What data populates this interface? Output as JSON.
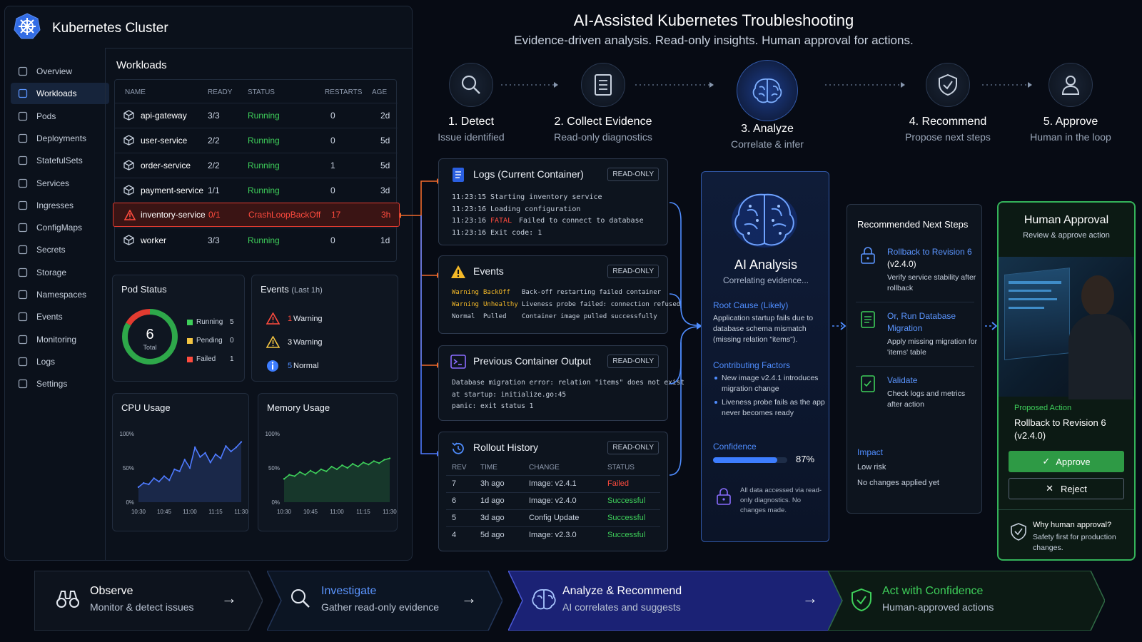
{
  "header": {
    "title": "AI-Assisted Kubernetes Troubleshooting",
    "subtitle": "Evidence-driven analysis. Read-only insights. Human approval for actions."
  },
  "cluster": {
    "title": "Kubernetes Cluster",
    "sidebar": [
      "Overview",
      "Workloads",
      "Pods",
      "Deployments",
      "StatefulSets",
      "Services",
      "Ingresses",
      "ConfigMaps",
      "Secrets",
      "Storage",
      "Namespaces",
      "Events",
      "Monitoring",
      "Logs",
      "Settings"
    ],
    "active_index": 1
  },
  "workloads": {
    "title": "Workloads",
    "columns": [
      "NAME",
      "READY",
      "STATUS",
      "RESTARTS",
      "AGE"
    ],
    "rows": [
      {
        "name": "api-gateway",
        "ready": "3/3",
        "status": "Running",
        "restarts": "0",
        "age": "2d"
      },
      {
        "name": "user-service",
        "ready": "2/2",
        "status": "Running",
        "restarts": "0",
        "age": "5d"
      },
      {
        "name": "order-service",
        "ready": "2/2",
        "status": "Running",
        "restarts": "1",
        "age": "5d"
      },
      {
        "name": "payment-service",
        "ready": "1/1",
        "status": "Running",
        "restarts": "0",
        "age": "3d"
      },
      {
        "name": "inventory-service",
        "ready": "0/1",
        "status": "CrashLoopBackOff",
        "restarts": "17",
        "age": "3h",
        "error": true
      },
      {
        "name": "worker",
        "ready": "3/3",
        "status": "Running",
        "restarts": "0",
        "age": "1d"
      }
    ]
  },
  "pod_status": {
    "title": "Pod Status",
    "total": "6",
    "total_label": "Total",
    "legend": [
      {
        "label": "Running",
        "value": "5",
        "color": "#3ecf5a"
      },
      {
        "label": "Pending",
        "value": "0",
        "color": "#f4c542"
      },
      {
        "label": "Failed",
        "value": "1",
        "color": "#ff4b3e"
      }
    ]
  },
  "events_summary": {
    "title": "Events",
    "title_suffix": "(Last 1h)",
    "items": [
      {
        "count": "1",
        "label": "Warning",
        "kind": "red"
      },
      {
        "count": "3",
        "label": "Warning",
        "kind": "yellow"
      },
      {
        "count": "5",
        "label": "Normal",
        "kind": "info"
      }
    ]
  },
  "cpu_chart": {
    "title": "CPU Usage",
    "chart_data": {
      "type": "area",
      "x": [
        "10:30",
        "10:45",
        "11:00",
        "11:15",
        "11:30"
      ],
      "y_ticks": [
        "100%",
        "50%",
        "0%"
      ],
      "ylim": [
        0,
        100
      ],
      "values": [
        22,
        28,
        26,
        35,
        30,
        38,
        32,
        48,
        45,
        62,
        50,
        80,
        66,
        72,
        58,
        70,
        64,
        82,
        74,
        80,
        88
      ],
      "color": "#4f7bff"
    }
  },
  "mem_chart": {
    "title": "Memory Usage",
    "chart_data": {
      "type": "area",
      "x": [
        "10:30",
        "10:45",
        "11:00",
        "11:15",
        "11:30"
      ],
      "y_ticks": [
        "100%",
        "50%",
        "0%"
      ],
      "ylim": [
        0,
        100
      ],
      "values": [
        34,
        40,
        38,
        44,
        40,
        46,
        42,
        48,
        45,
        52,
        48,
        54,
        50,
        56,
        52,
        58,
        55,
        60,
        57,
        62,
        64
      ],
      "color": "#3ecf5a"
    }
  },
  "steps": [
    {
      "title": "1. Detect",
      "sub": "Issue identified"
    },
    {
      "title": "2. Collect Evidence",
      "sub": "Read-only diagnostics"
    },
    {
      "title": "3. Analyze",
      "sub": "Correlate & infer"
    },
    {
      "title": "4. Recommend",
      "sub": "Propose next steps"
    },
    {
      "title": "5. Approve",
      "sub": "Human in the loop"
    }
  ],
  "read_only": "READ-ONLY",
  "logs": {
    "title": "Logs (Current Container)",
    "lines": [
      {
        "t": "11:23:15",
        "msg": "Starting inventory service"
      },
      {
        "t": "11:23:16",
        "msg": "Loading configuration"
      },
      {
        "t": "11:23:16",
        "level": "FATAL",
        "msg": "Failed to connect to database"
      },
      {
        "t": "11:23:16",
        "msg": "Exit code: 1"
      }
    ]
  },
  "events": {
    "title": "Events",
    "lines": [
      {
        "type": "Warning",
        "reason": "BackOff",
        "msg": "Back-off restarting failed container"
      },
      {
        "type": "Warning",
        "reason": "Unhealthy",
        "msg": "Liveness probe failed: connection refused"
      },
      {
        "type": "Normal",
        "reason": "Pulled",
        "msg": "Container image pulled successfully"
      }
    ]
  },
  "prev_output": {
    "title": "Previous Container Output",
    "lines": [
      "Database migration error: relation \"items\" does not exist",
      "at startup: initialize.go:45",
      "panic: exit status 1"
    ]
  },
  "rollout": {
    "title": "Rollout History",
    "columns": [
      "REV",
      "TIME",
      "CHANGE",
      "STATUS"
    ],
    "rows": [
      {
        "rev": "7",
        "time": "3h ago",
        "change": "Image: v2.4.1",
        "status": "Failed"
      },
      {
        "rev": "6",
        "time": "1d ago",
        "change": "Image: v2.4.0",
        "status": "Successful"
      },
      {
        "rev": "5",
        "time": "3d ago",
        "change": "Config Update",
        "status": "Successful"
      },
      {
        "rev": "4",
        "time": "5d ago",
        "change": "Image: v2.3.0",
        "status": "Successful"
      }
    ]
  },
  "analysis": {
    "title": "AI Analysis",
    "sub": "Correlating evidence...",
    "root_cause_title": "Root Cause (Likely)",
    "root_cause": "Application startup fails due to database schema mismatch (missing relation \"items\").",
    "factors_title": "Contributing Factors",
    "factors": [
      "New image v2.4.1 introduces migration change",
      "Liveness probe fails as the app never becomes ready"
    ],
    "confidence_title": "Confidence",
    "confidence": "87%",
    "confidence_value": 0.87,
    "note": "All data accessed via read-only diagnostics. No changes made."
  },
  "recommend": {
    "title": "Recommended Next Steps",
    "items": [
      {
        "title": "Rollback to Revision 6",
        "title2": "(v2.4.0)",
        "desc": "Verify service stability after rollback"
      },
      {
        "title": "Or, Run Database",
        "title2": "Migration",
        "desc": "Apply missing migration for 'items' table"
      },
      {
        "title": "Validate",
        "title2": "",
        "desc": "Check logs and metrics after action"
      }
    ],
    "impact_title": "Impact",
    "impact_lines": [
      "Low risk",
      "No changes applied yet"
    ]
  },
  "approval": {
    "title": "Human Approval",
    "sub": "Review & approve action",
    "proposed_label": "Proposed Action",
    "proposed": "Rollback to Revision 6 (v2.4.0)",
    "approve": "Approve",
    "reject": "Reject",
    "why_title": "Why human approval?",
    "why": "Safety first for production changes."
  },
  "bottom": [
    {
      "title": "Observe",
      "sub": "Monitor & detect issues",
      "color": "#ffffff"
    },
    {
      "title": "Investigate",
      "sub": "Gather read-only evidence",
      "color": "#5b95ff"
    },
    {
      "title": "Analyze & Recommend",
      "sub": "AI correlates and suggests",
      "color": "#ffffff"
    },
    {
      "title": "Act with Confidence",
      "sub": "Human-approved actions",
      "color": "#3ecf5a"
    }
  ],
  "colors": {
    "accent": "#4f8dff",
    "success": "#3ecf5a",
    "danger": "#ff4b3e",
    "warning": "#f4c542"
  }
}
